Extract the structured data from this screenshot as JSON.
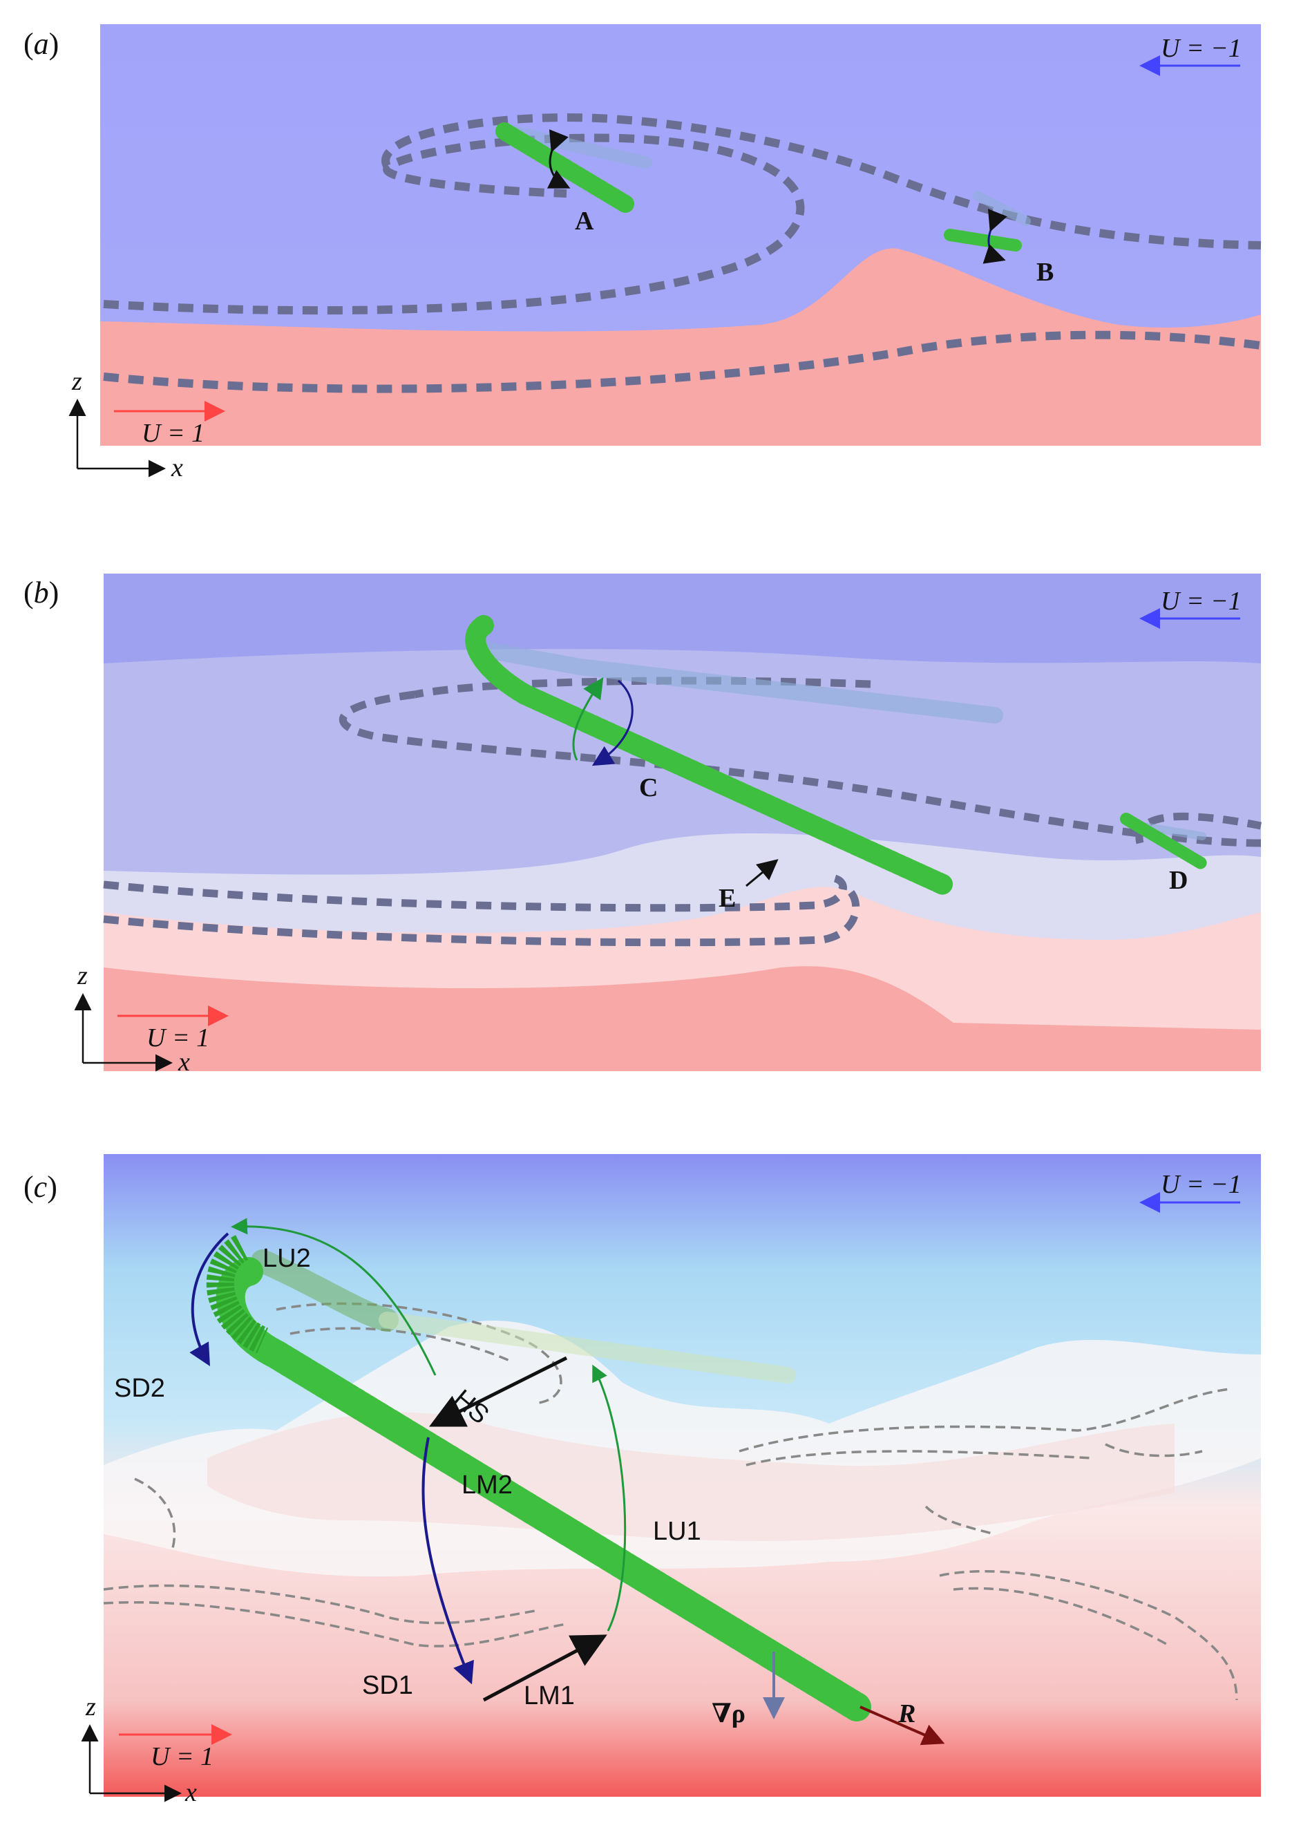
{
  "colors": {
    "upper_layer": "#a3a6fb",
    "lower_layer": "#f9a8a8",
    "filament": "#3fbf3f",
    "dashed_trace": "#666a88",
    "arrow_top_flow": "#4444ff",
    "arrow_bottom_flow": "#ff4444",
    "arrow_dark_blue": "#1a1a8c",
    "arrow_green": "#1e9a3a",
    "arrow_dark_red": "#7a1010",
    "arrow_gradient": "#6a78a8"
  },
  "panels": [
    {
      "tag": "a",
      "flow_top_label": "U = −1",
      "flow_bottom_label": "U = 1",
      "axis_z": "z",
      "axis_x": "x",
      "markers": {
        "A": "A",
        "B": "B"
      }
    },
    {
      "tag": "b",
      "flow_top_label": "U = −1",
      "flow_bottom_label": "U = 1",
      "axis_z": "z",
      "axis_x": "x",
      "markers": {
        "C": "C",
        "D": "D",
        "E": "E"
      }
    },
    {
      "tag": "c",
      "flow_top_label": "U = −1",
      "flow_bottom_label": "U = 1",
      "axis_z": "z",
      "axis_x": "x",
      "markers": {
        "LU2": "LU2",
        "SD2": "SD2",
        "HS": "HS",
        "LM2": "LM2",
        "LU1": "LU1",
        "SD1": "SD1",
        "LM1": "LM1",
        "grad_rho": "∇ρ",
        "R": "R"
      }
    }
  ]
}
